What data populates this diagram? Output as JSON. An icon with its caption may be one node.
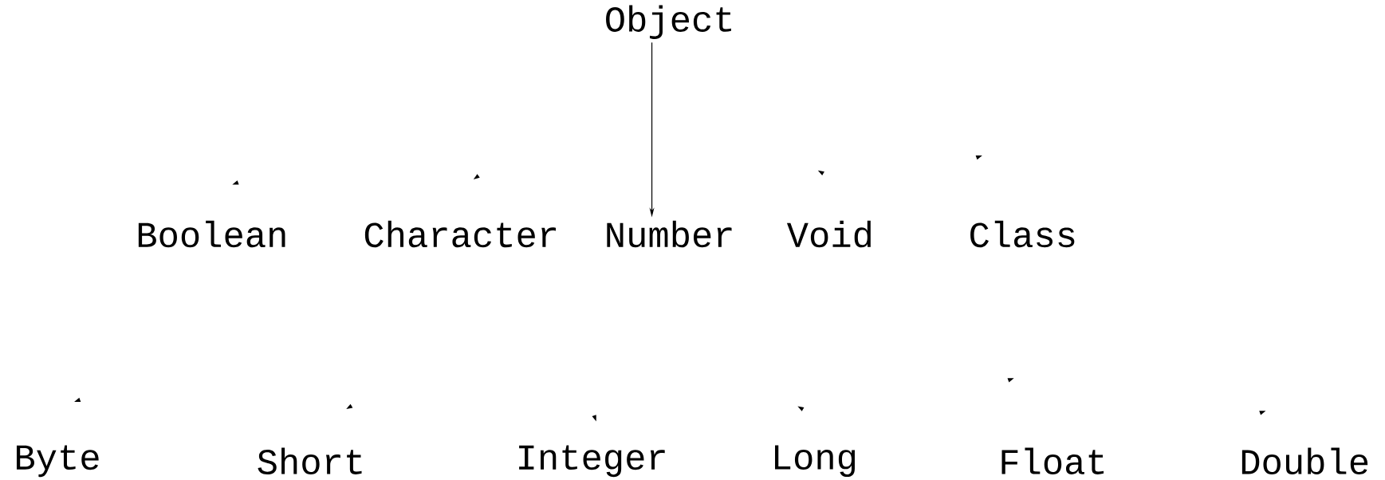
{
  "diagram": {
    "nodes": [
      {
        "text": [
          "Object"
        ]
      },
      {
        "text": [
          "Boolean"
        ]
      },
      {
        "text": [
          "Character"
        ]
      },
      {
        "text": [
          "Number"
        ]
      },
      {
        "text": [
          "Void"
        ]
      },
      {
        "text": [
          "Class"
        ]
      },
      {
        "text": [
          "Byte"
        ]
      },
      {
        "text": [
          "Short"
        ]
      },
      {
        "text": [
          "Integer"
        ]
      },
      {
        "text": [
          "Long"
        ]
      },
      {
        "text": [
          "Float"
        ]
      },
      {
        "text": [
          "Double"
        ]
      }
    ],
    "edges": [
      {
        "from": 0,
        "to": 3,
        "arrow": "to"
      }
    ]
  }
}
